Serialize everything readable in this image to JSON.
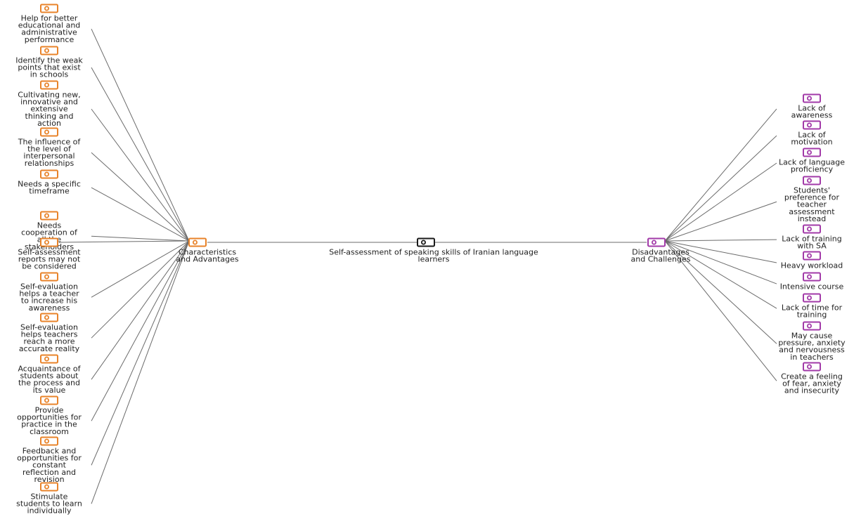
{
  "colors": {
    "center": "#1a1a1a",
    "left": "#e8832a",
    "right": "#a23aa8",
    "edge": "#6b6b6b"
  },
  "central": {
    "icon": "code-node-icon",
    "label": [
      "Self-assessment of speaking skills of Iranian language",
      "learners"
    ]
  },
  "left_hub": {
    "icon": "code-node-icon",
    "label": [
      "Characteristics",
      "and Advantages"
    ]
  },
  "right_hub": {
    "icon": "code-node-icon",
    "label": [
      "Disadvantages",
      "and Challenges"
    ]
  },
  "left_leaves": [
    {
      "lines": [
        "Help for better",
        "educational and",
        "administrative",
        "performance"
      ]
    },
    {
      "lines": [
        "Identify the weak",
        "points that exist",
        "in schools"
      ]
    },
    {
      "lines": [
        "Cultivating new,",
        "innovative and",
        "extensive",
        "thinking and",
        "action"
      ]
    },
    {
      "lines": [
        "The influence of",
        "the level of",
        "interpersonal",
        "relationships"
      ]
    },
    {
      "lines": [
        "Needs a specific",
        "timeframe"
      ]
    },
    {
      "lines": [
        "Needs",
        "cooperation of",
        "all the",
        "stakeholders"
      ]
    },
    {
      "lines": [
        "Self-assessment",
        "reports may not",
        "be considered"
      ]
    },
    {
      "lines": [
        "Self-evaluation",
        "helps a teacher",
        "to increase his",
        "awareness"
      ]
    },
    {
      "lines": [
        "Self-evaluation",
        "helps teachers",
        "reach a more",
        "accurate reality"
      ]
    },
    {
      "lines": [
        "Acquaintance of",
        "students about",
        "the process and",
        "its value"
      ]
    },
    {
      "lines": [
        "Provide",
        "opportunities for",
        "practice in the",
        "classroom"
      ]
    },
    {
      "lines": [
        "Feedback and",
        "opportunities for",
        "constant",
        "reflection and",
        "revision"
      ]
    },
    {
      "lines": [
        "Stimulate",
        "students to learn",
        "individually"
      ]
    }
  ],
  "right_leaves": [
    {
      "lines": [
        "Lack of",
        "awareness"
      ]
    },
    {
      "lines": [
        "Lack of",
        "motivation"
      ]
    },
    {
      "lines": [
        "Lack of language",
        "proficiency"
      ]
    },
    {
      "lines": [
        "Students'",
        "preference for",
        "teacher",
        "assessment",
        "instead"
      ]
    },
    {
      "lines": [
        "Lack of training",
        "with SA"
      ]
    },
    {
      "lines": [
        "Heavy workload"
      ]
    },
    {
      "lines": [
        "Intensive course"
      ]
    },
    {
      "lines": [
        "Lack of time for",
        "training"
      ]
    },
    {
      "lines": [
        "May cause",
        "pressure, anxiety",
        "and nervousness",
        "in teachers"
      ]
    },
    {
      "lines": [
        "Create a feeling",
        "of fear, anxiety",
        "and insecurity"
      ]
    }
  ]
}
